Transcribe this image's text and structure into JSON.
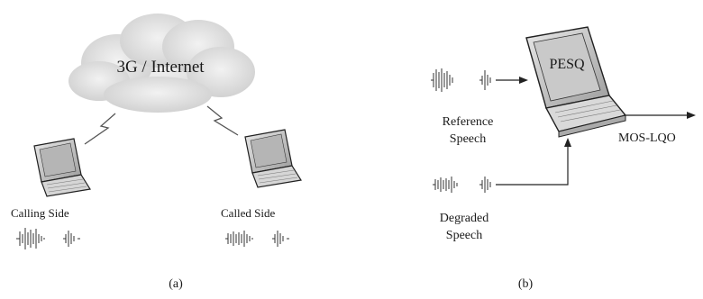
{
  "panel_a": {
    "cloud_label": "3G / Internet",
    "calling_label": "Calling Side",
    "called_label": "Called Side",
    "caption": "(a)"
  },
  "panel_b": {
    "pesq_label": "PESQ",
    "reference_line1": "Reference",
    "reference_line2": "Speech",
    "degraded_line1": "Degraded",
    "degraded_line2": "Speech",
    "output_label": "MOS-LQO",
    "caption": "(b)"
  },
  "colors": {
    "ink": "#1a1a1a",
    "cloud_fill": "#dcdcdc",
    "screen_fill": "#bdbdbd",
    "body_fill": "#d8d8d8"
  }
}
